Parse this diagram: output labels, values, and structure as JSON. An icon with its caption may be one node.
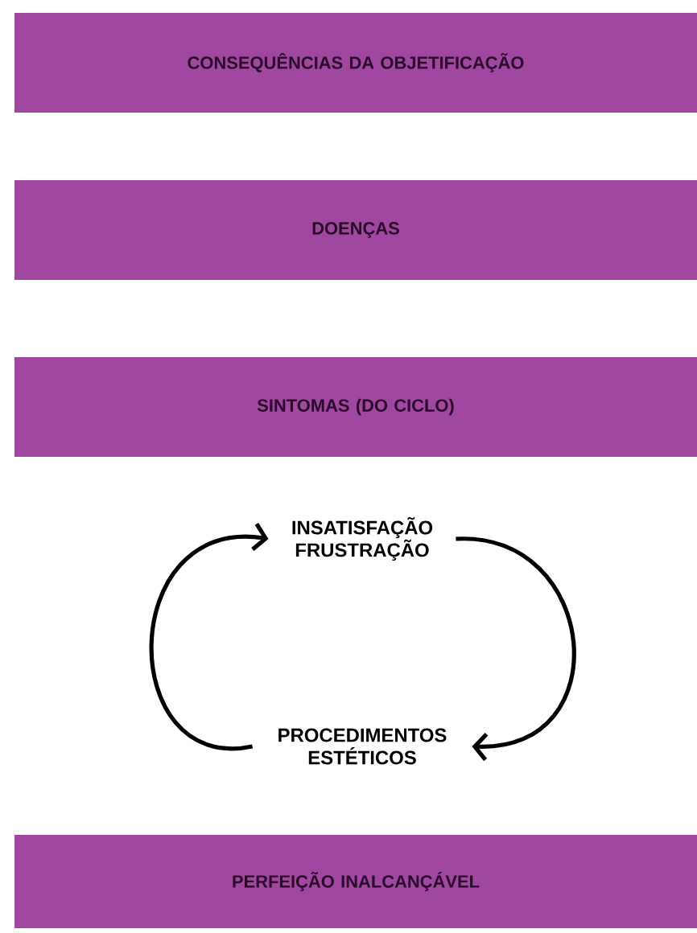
{
  "diagram": {
    "nodes": [
      {
        "text": [
          "CONSEQUÊNCIAS DA OBJETIFICAÇÃO"
        ]
      },
      {
        "text": [
          "DOENÇAS"
        ]
      },
      {
        "text": [
          "SINTOMAS (DO CICLO)"
        ]
      },
      {
        "text": [
          "INSATISFAÇÃO FRUSTRAÇÃO"
        ]
      },
      {
        "text": [
          "PROCEDIMENTOS ESTÉTICOS"
        ]
      },
      {
        "text": [
          "PERFEIÇÃO INALCANÇÁVEL"
        ]
      }
    ],
    "edges": [
      {
        "from": 3,
        "to": 4,
        "arrow": "to"
      },
      {
        "from": 4,
        "to": 3,
        "arrow": "to"
      }
    ]
  }
}
